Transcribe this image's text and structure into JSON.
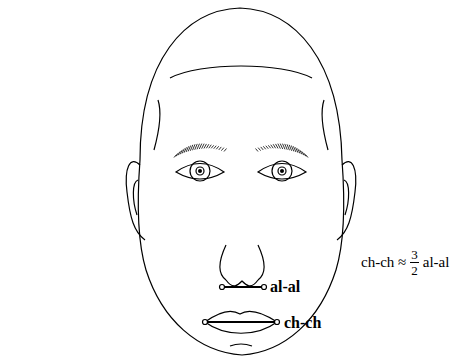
{
  "diagram": {
    "labels": [
      "al-al",
      "ch-ch",
      "ch-ch ≈",
      "3",
      "2",
      "al-al"
    ]
  }
}
